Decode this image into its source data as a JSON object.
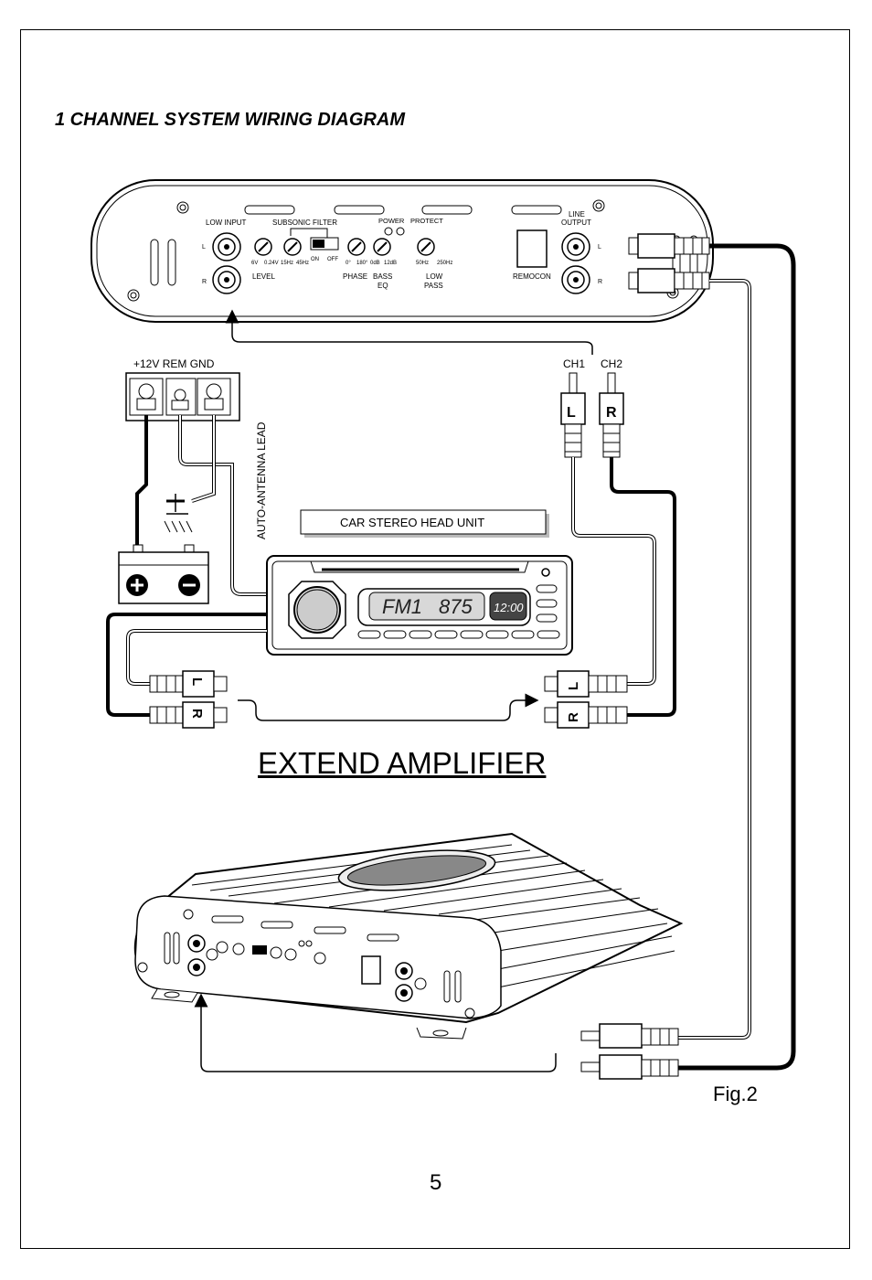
{
  "title": "1 CHANNEL SYSTEM WIRING DIAGRAM",
  "amplifier": {
    "low_input": "LOW INPUT",
    "subsonic_filter": "SUBSONIC FILTER",
    "power": "POWER",
    "protect": "PROTECT",
    "line_output": "LINE\nOUTPUT",
    "line": "LINE",
    "output": "OUTPUT",
    "level": "LEVEL",
    "phase": "PHASE",
    "bass_eq": "BASS",
    "eq": "EQ",
    "low_pass_1": "LOW",
    "low_pass_2": "PASS",
    "remocon": "REMOCON",
    "ch_l": "L",
    "ch_r": "R",
    "level_min": "6V",
    "level_max": "0.24V",
    "sub_min": "15Hz",
    "sub_max": "45Hz",
    "on": "ON",
    "off": "OFF",
    "phase_0": "0°",
    "phase_180": "180°",
    "bass_0": "0dB",
    "bass_12": "12dB",
    "lp_min": "50Hz",
    "lp_max": "250Hz"
  },
  "power_terminal": {
    "label": "+12V REM  GND",
    "antenna": "AUTO-ANTENNA LEAD"
  },
  "head_unit": {
    "label": "CAR STEREO HEAD UNIT",
    "band": "FM1",
    "freq": "875",
    "clock": "12:00"
  },
  "rca": {
    "ch1": "CH1",
    "ch2": "CH2",
    "l": "L",
    "r": "R"
  },
  "extend_title": "EXTEND AMPLIFIER",
  "figure_label": "Fig.2",
  "page_number": "5"
}
